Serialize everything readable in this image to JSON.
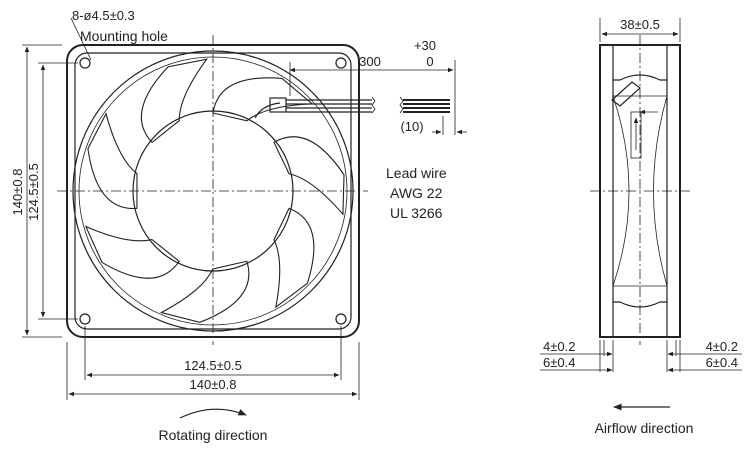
{
  "front_view": {
    "mounting_hole_spec": "8-ø4.5±0.3",
    "mounting_hole_label": "Mounting hole",
    "dim_height_outer": "140±0.8",
    "dim_height_holes": "124.5±0.5",
    "dim_width_holes": "124.5±0.5",
    "dim_width_outer": "140±0.8",
    "rotating_direction_label": "Rotating direction"
  },
  "lead_wire": {
    "tolerance_plus": "+30",
    "length": "300",
    "tolerance_zero": "0",
    "strip_length": "(10)",
    "title": "Lead wire",
    "gauge": "AWG 22",
    "standard": "UL 3266"
  },
  "side_view": {
    "depth": "38±0.5",
    "left_flange_inner": "4±0.2",
    "left_flange_outer": "6±0.4",
    "right_flange_inner": "4±0.2",
    "right_flange_outer": "6±0.4",
    "airflow_direction_label": "Airflow direction"
  }
}
